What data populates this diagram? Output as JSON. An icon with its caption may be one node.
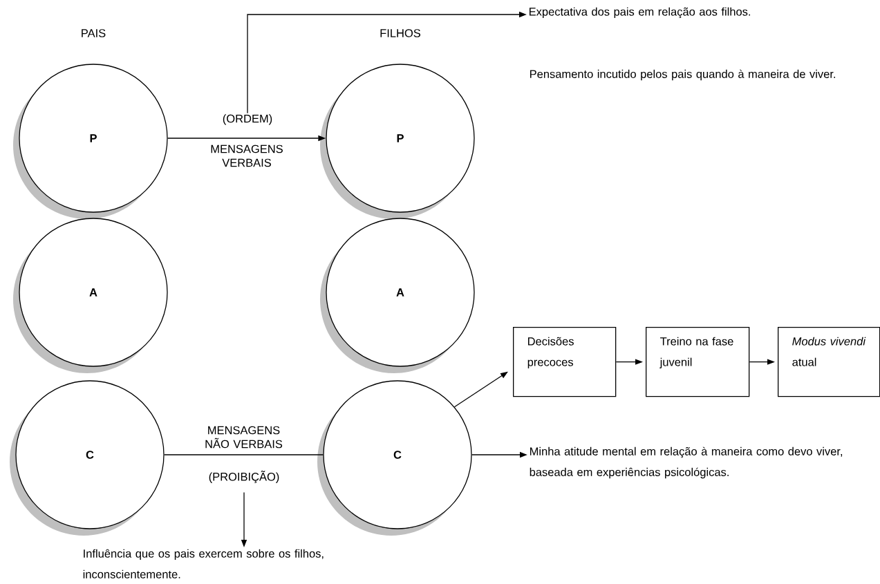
{
  "diagram": {
    "nodes": [
      {
        "text": [
          "P"
        ]
      },
      {
        "text": [
          "(ORDEM)"
        ]
      },
      {
        "text": [
          "P"
        ]
      },
      {
        "text": [
          "Expectativa dos pais em relação aos filhos."
        ]
      },
      {
        "text": [
          "A"
        ]
      },
      {
        "text": [
          "A"
        ]
      },
      {
        "text": [
          "C"
        ]
      },
      {
        "text": [
          "(PROIBIÇÃO)"
        ]
      },
      {
        "text": [
          "C"
        ]
      },
      {
        "text": [
          "Decisões precoces"
        ]
      },
      {
        "text": [
          "Treino na fase juvenil"
        ]
      },
      {
        "text": [
          "*Modus vivendi* atual"
        ]
      },
      {
        "text": [
          "Minha atitude mental em relação à maneira como devo viver, baseada em experiências psicológicas."
        ]
      },
      {
        "text": [
          "Influência que os pais exercem sobre os filhos, inconscientemente."
        ]
      }
    ],
    "edges": [
      {
        "from": 0,
        "to": 2,
        "arrow": "to",
        "label": "MENSAGENS VERBAIS"
      },
      {
        "from": 1,
        "to": 3,
        "arrow": "to"
      },
      {
        "from": 6,
        "to": 8,
        "arrow": "none",
        "label": "MENSAGENS NÃO VERBAIS"
      },
      {
        "from": 7,
        "to": 13,
        "arrow": "to"
      },
      {
        "from": 8,
        "to": 9,
        "arrow": "to"
      },
      {
        "from": 9,
        "to": 10,
        "arrow": "to"
      },
      {
        "from": 10,
        "to": 11,
        "arrow": "to"
      },
      {
        "from": 8,
        "to": 12,
        "arrow": "to"
      }
    ],
    "labels": [
      "PAIS",
      "FILHOS",
      "Pensamento incutido pelos pais quando à maneira de viver."
    ]
  }
}
